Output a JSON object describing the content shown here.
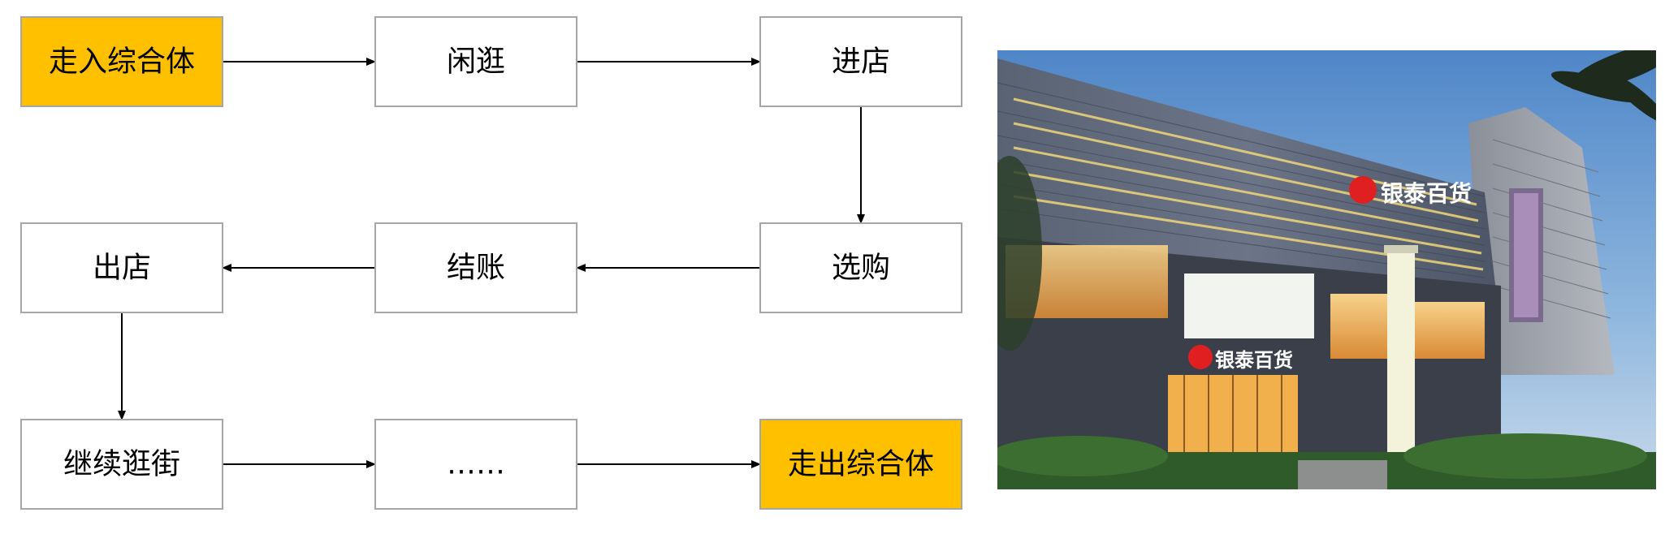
{
  "nodes": [
    {
      "id": "n1",
      "label": "走入综合体",
      "highlight": true
    },
    {
      "id": "n2",
      "label": "闲逛",
      "highlight": false
    },
    {
      "id": "n3",
      "label": "进店",
      "highlight": false
    },
    {
      "id": "n4",
      "label": "选购",
      "highlight": false
    },
    {
      "id": "n5",
      "label": "结账",
      "highlight": false
    },
    {
      "id": "n6",
      "label": "出店",
      "highlight": false
    },
    {
      "id": "n7",
      "label": "继续逛街",
      "highlight": false
    },
    {
      "id": "n8",
      "label": "……",
      "highlight": false
    },
    {
      "id": "n9",
      "label": "走出综合体",
      "highlight": true
    }
  ],
  "edges": [
    {
      "from": "n1",
      "to": "n2"
    },
    {
      "from": "n2",
      "to": "n3"
    },
    {
      "from": "n3",
      "to": "n4"
    },
    {
      "from": "n4",
      "to": "n5"
    },
    {
      "from": "n5",
      "to": "n6"
    },
    {
      "from": "n6",
      "to": "n7"
    },
    {
      "from": "n7",
      "to": "n8"
    },
    {
      "from": "n8",
      "to": "n9"
    }
  ],
  "colors": {
    "highlight": "#ffc000",
    "box": "#ffffff",
    "border": "#a6a6a6",
    "edge": "#000000"
  },
  "photo": {
    "description_icon": "mall-storefront-photo",
    "sign_text": "银泰百货"
  }
}
